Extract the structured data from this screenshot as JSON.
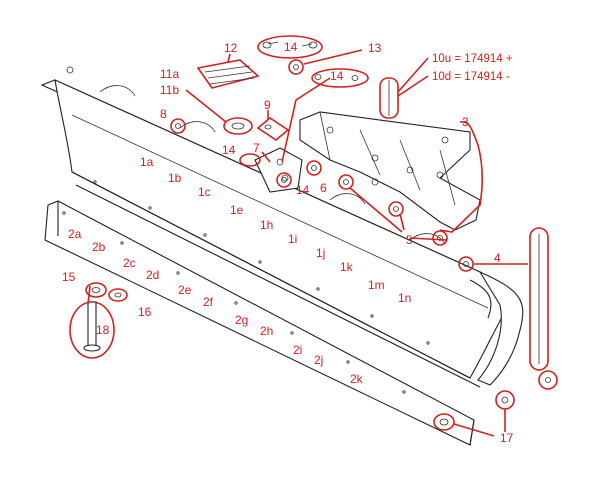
{
  "part_numbers": {
    "moldboard": [
      "1a",
      "1b",
      "1c",
      "1e",
      "1h",
      "1i",
      "1j",
      "1k",
      "1m",
      "1n"
    ],
    "cutting_edge": [
      "2a",
      "2b",
      "2c",
      "2d",
      "2e",
      "2f",
      "2g",
      "2h",
      "2i",
      "2j",
      "2k"
    ]
  },
  "callouts": {
    "c3": "3",
    "c4": "4",
    "c5": "5",
    "c6": "6",
    "c7": "7",
    "c8": "8",
    "c9": "9",
    "c11a": "11a",
    "c11b": "11b",
    "c12": "12",
    "c13": "13",
    "c14a": "14",
    "c14b": "14",
    "c14c": "14",
    "c14d": "14",
    "c15": "15",
    "c16": "16",
    "c17": "17",
    "c18": "18"
  },
  "notes": {
    "n10u": "10u = 174914 +",
    "n10d": "10d = 174914 -"
  },
  "colors": {
    "callout": "#d42020",
    "line": "#222222"
  }
}
